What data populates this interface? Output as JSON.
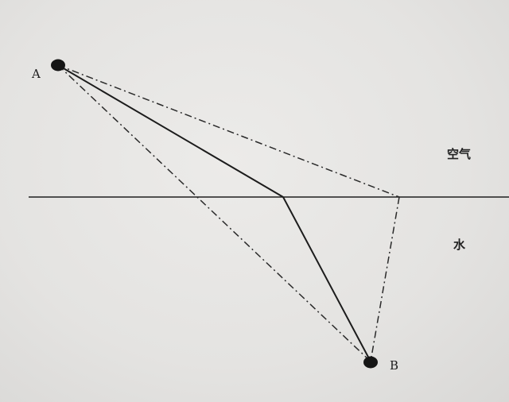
{
  "points": {
    "a_label": "A",
    "b_label": "B"
  },
  "media": {
    "upper": "空气",
    "lower": "水"
  },
  "colors": {
    "ink": "#1c1c1c",
    "background": "#e6e5e3"
  }
}
